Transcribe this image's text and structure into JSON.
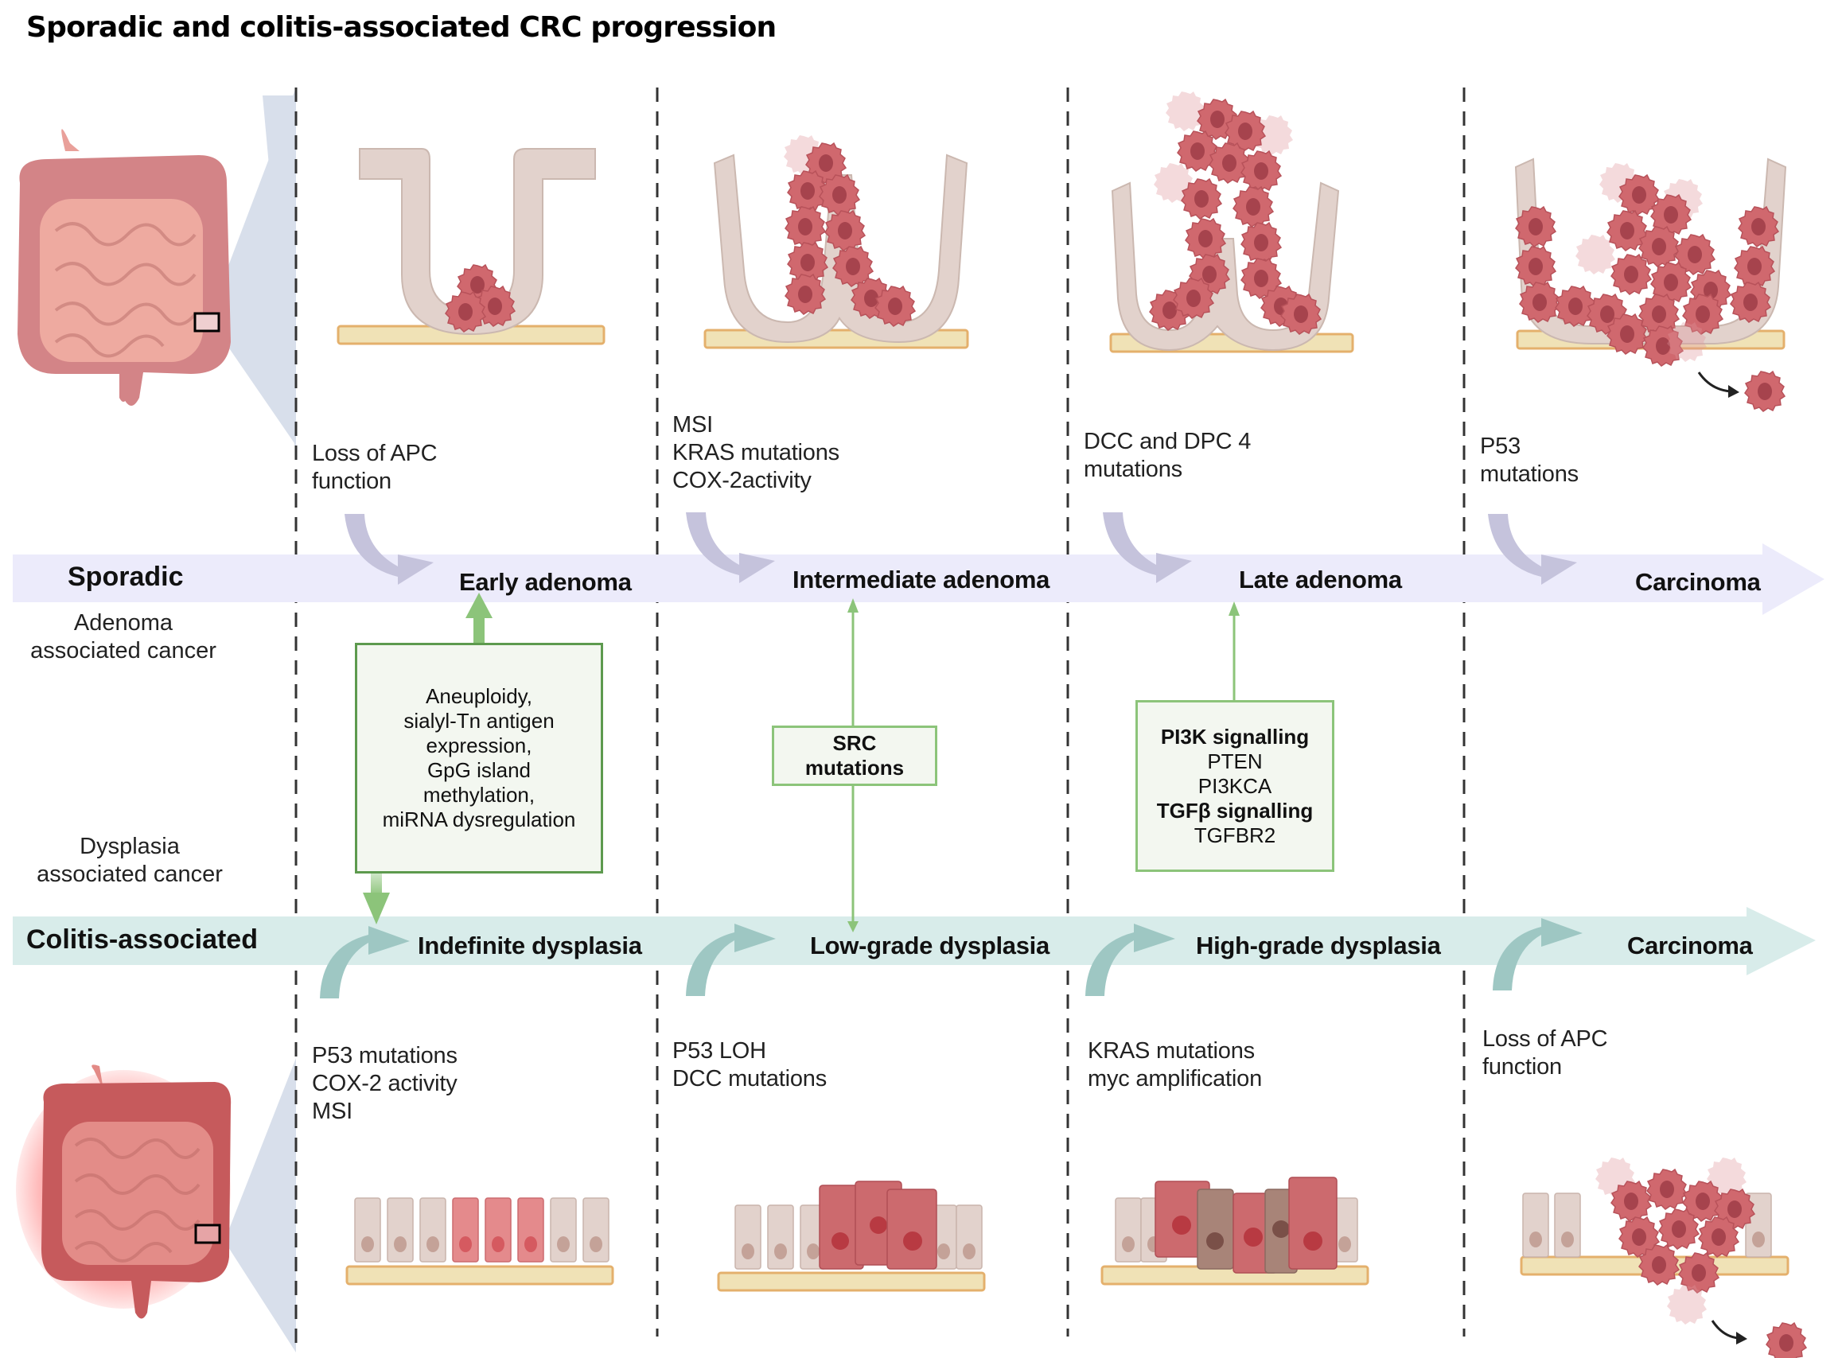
{
  "title": "Sporadic and colitis-associated CRC progression",
  "colors": {
    "sporadic_band": "#ecebfb",
    "sporadic_curve_arrow": "#c5c3dc",
    "colitis_band": "#d8ecea",
    "colitis_curve_arrow": "#9ec7c3",
    "green_box_border": "#5d9a4e",
    "green_box_fill": "#f3f7f0",
    "green_arrow": "#8cc47a",
    "tumor_cell": "#d0686e",
    "normal_cell": "#e2d2cc",
    "basement_membrane": "#f0e2b6"
  },
  "sporadic": {
    "band_label": "Sporadic",
    "side_label": [
      "Adenoma",
      "associated cancer"
    ],
    "stages": [
      "Early adenoma",
      "Intermediate adenoma",
      "Late adenoma",
      "Carcinoma"
    ],
    "mutations": [
      [
        "Loss of APC",
        "function"
      ],
      [
        "MSI",
        "KRAS mutations",
        "COX-2activity"
      ],
      [
        "DCC and DPC 4",
        "mutations"
      ],
      [
        "P53",
        "mutations"
      ]
    ]
  },
  "colitis": {
    "band_label": "Colitis-associated",
    "side_label": [
      "Dysplasia",
      "associated cancer"
    ],
    "stages": [
      "Indefinite dysplasia",
      "Low-grade dysplasia",
      "High-grade dysplasia",
      "Carcinoma"
    ],
    "mutations": [
      [
        "P53 mutations",
        "COX-2 activity",
        "MSI"
      ],
      [
        "P53 LOH",
        "DCC mutations"
      ],
      [
        "KRAS mutations",
        "myc amplification"
      ],
      [
        "Loss of APC",
        "function"
      ]
    ]
  },
  "shared_boxes": {
    "box1": [
      "Aneuploidy,",
      "sialyl-Tn antigen",
      "expression,",
      "GpG island",
      "methylation,",
      "miRNA dysregulation"
    ],
    "src": [
      "SRC",
      "mutations"
    ],
    "pi3k": {
      "heading1": "PI3K signalling",
      "items1": [
        "PTEN",
        "PI3KCA"
      ],
      "heading2": "TGFβ signalling",
      "items2": [
        "TGFBR2"
      ]
    }
  },
  "illustrations": {
    "organ_top": "colon-healthy-illustration",
    "organ_bottom": "colon-inflamed-illustration",
    "top_row": [
      "crypt-early-adenoma",
      "crypt-intermediate-adenoma",
      "crypt-late-adenoma",
      "crypt-carcinoma"
    ],
    "bottom_row": [
      "epithelium-indefinite-dysplasia",
      "epithelium-low-grade-dysplasia",
      "epithelium-high-grade-dysplasia",
      "epithelium-carcinoma"
    ]
  }
}
